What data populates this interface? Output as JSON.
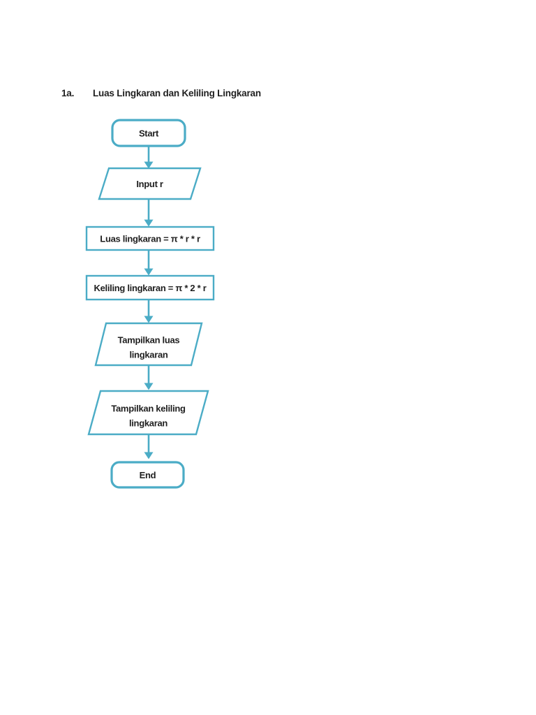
{
  "heading": {
    "number": "1a.",
    "title": "Luas Lingkaran dan Keliling Lingkaran"
  },
  "colors": {
    "page_background": "#ffffff",
    "shape_stroke": "#4bacc6",
    "shape_fill": "#ffffff",
    "text": "#1f1f1f"
  },
  "flowchart": {
    "nodes": [
      {
        "id": "start",
        "type": "terminator",
        "label": "Start"
      },
      {
        "id": "input-r",
        "type": "io",
        "label": "Input r"
      },
      {
        "id": "luas-lingkaran",
        "type": "process",
        "label": "Luas lingkaran = π * r * r"
      },
      {
        "id": "keliling-lingkaran",
        "type": "process",
        "label": "Keliling lingkaran = π * 2 * r"
      },
      {
        "id": "tampilkan-luas",
        "type": "io",
        "label": "Tampilkan luas lingkaran",
        "line1": "Tampilkan luas",
        "line2": "lingkaran"
      },
      {
        "id": "tampilkan-keliling",
        "type": "io",
        "label": "Tampilkan keliling lingkaran",
        "line1": "Tampilkan keliling",
        "line2": "lingkaran"
      },
      {
        "id": "end",
        "type": "terminator",
        "label": "End"
      }
    ],
    "connector_count": 6
  }
}
